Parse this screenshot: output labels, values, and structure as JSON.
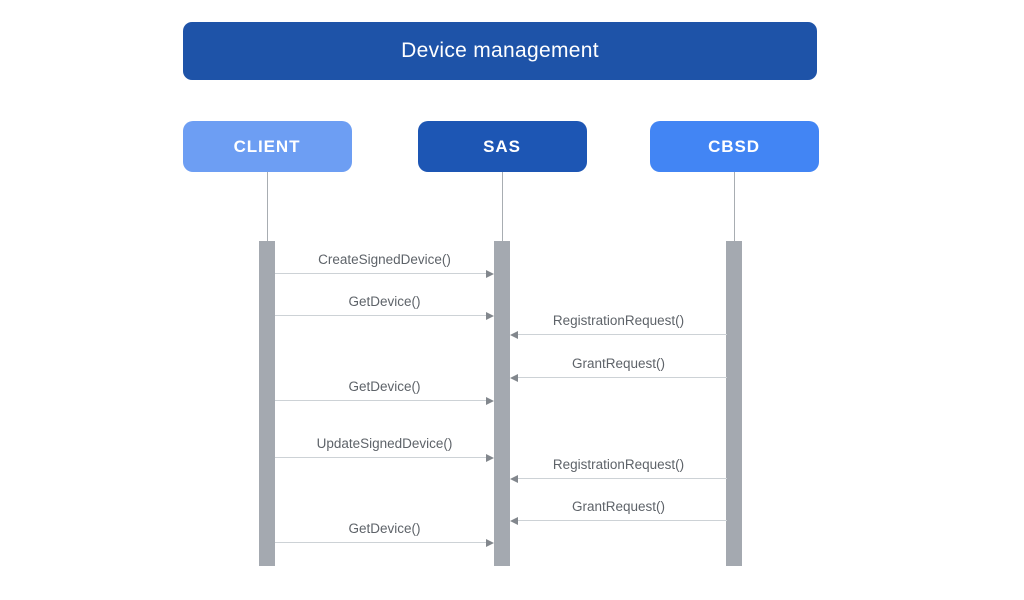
{
  "diagram": {
    "kind": "sequence-diagram",
    "title": "Device management",
    "actors": [
      {
        "id": "CLIENT",
        "label": "CLIENT",
        "color": "#6D9EF3"
      },
      {
        "id": "SAS",
        "label": "SAS",
        "color": "#1D56B4"
      },
      {
        "id": "CBSD",
        "label": "CBSD",
        "color": "#4285F4"
      }
    ],
    "messages": [
      {
        "label": "CreateSignedDevice()",
        "from": "CLIENT",
        "to": "SAS"
      },
      {
        "label": "GetDevice()",
        "from": "CLIENT",
        "to": "SAS"
      },
      {
        "label": "RegistrationRequest()",
        "from": "CBSD",
        "to": "SAS"
      },
      {
        "label": "GrantRequest()",
        "from": "CBSD",
        "to": "SAS"
      },
      {
        "label": "GetDevice()",
        "from": "CLIENT",
        "to": "SAS"
      },
      {
        "label": "UpdateSignedDevice()",
        "from": "CLIENT",
        "to": "SAS"
      },
      {
        "label": "RegistrationRequest()",
        "from": "CBSD",
        "to": "SAS"
      },
      {
        "label": "GrantRequest()",
        "from": "CBSD",
        "to": "SAS"
      },
      {
        "label": "GetDevice()",
        "from": "CLIENT",
        "to": "SAS"
      }
    ],
    "colors": {
      "title_bg": "#1E53A8",
      "title_text": "#FFFFFF",
      "actor_text": "#FFFFFF",
      "activation_bar": "#A4A9B0",
      "lifeline": "#A8ADB2",
      "arrow_line": "#CDD2D6",
      "arrow_head": "#82878D",
      "message_text": "#5E6369"
    }
  }
}
